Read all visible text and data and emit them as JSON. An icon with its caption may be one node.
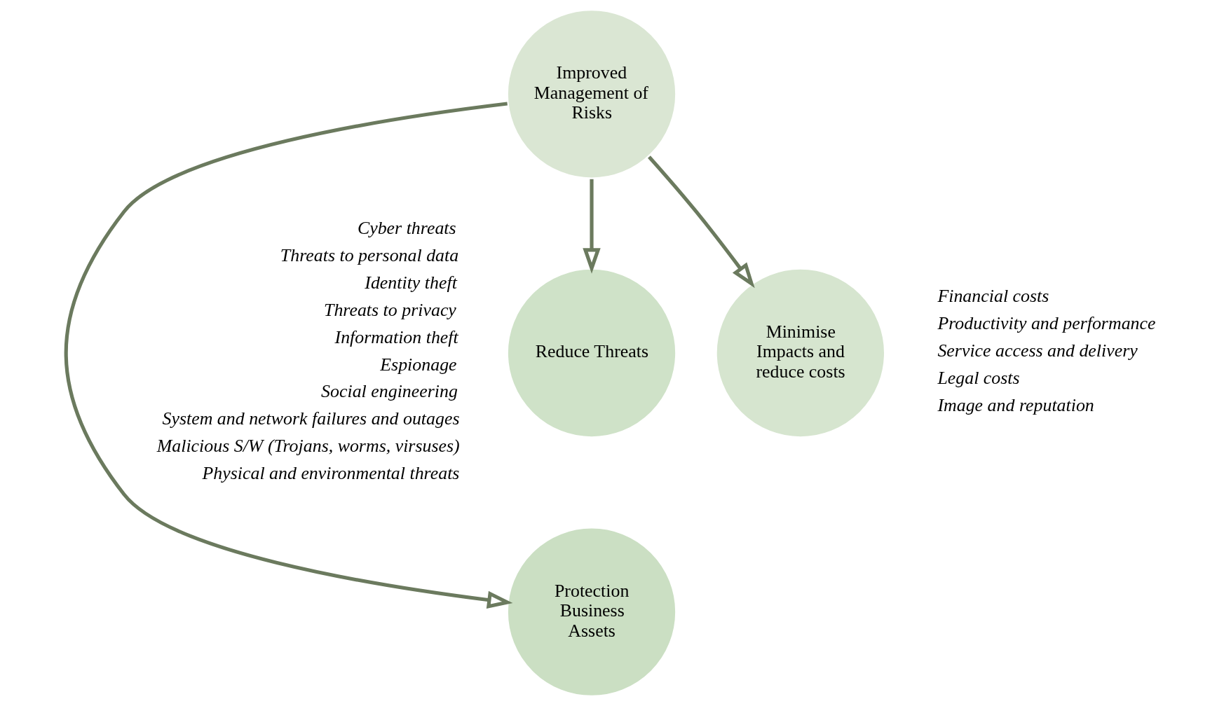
{
  "diagram": {
    "nodes": [
      {
        "text": [
          "Improved Management of Risks"
        ]
      },
      {
        "text": [
          "Reduce Threats"
        ]
      },
      {
        "text": [
          "Minimise Impacts and reduce costs"
        ]
      },
      {
        "text": [
          "Protection Business Assets"
        ]
      }
    ],
    "edges": [
      {
        "from": 0,
        "to": 1,
        "arrow": "to"
      },
      {
        "from": 0,
        "to": 3,
        "arrow": "to"
      },
      {
        "from": 0,
        "to": 2,
        "arrow": "to"
      }
    ],
    "labels": [
      "Cyber threats",
      "Threats to personal data",
      "Identity theft",
      "Threats to privacy",
      "Information theft",
      "Espionage",
      "Social engineering",
      "System and network failures and outages",
      "Malicious S/W (Trojans, worms, virsuses)",
      "Physical and environmental threats",
      "Financial costs",
      "Productivity and performance",
      "Service access and delivery",
      "Legal costs",
      "Image and reputation"
    ]
  }
}
